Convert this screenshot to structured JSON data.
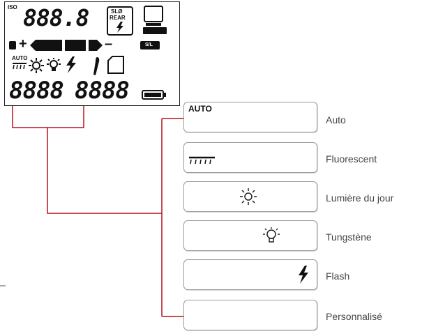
{
  "lcd": {
    "iso_label": "ISO",
    "top_digits": "888.8",
    "slow_label": "SLØ",
    "rear_label": "REAR",
    "mode_small": "AUTO",
    "bottom_digits_left": "8888",
    "bottom_digits_right": "8888",
    "small_mode_tag": "S/L"
  },
  "modes": [
    {
      "label": "Auto",
      "icon": "auto-text-icon",
      "box_text": "AUTO"
    },
    {
      "label": "Fluorescent",
      "icon": "fluorescent-icon"
    },
    {
      "label": "Lumière du jour",
      "icon": "sun-icon"
    },
    {
      "label": "Tungstène",
      "icon": "bulb-icon"
    },
    {
      "label": "Flash",
      "icon": "flash-icon"
    },
    {
      "label": "Personnalisé",
      "icon": ""
    }
  ],
  "colors": {
    "connector": "#b5121b",
    "lcd_ink": "#111111",
    "label_text": "#444444"
  }
}
